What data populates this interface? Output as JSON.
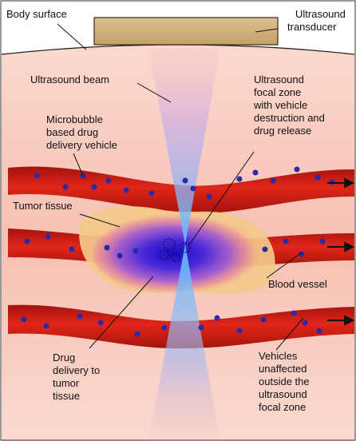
{
  "labels": {
    "body_surface": "Body surface",
    "transducer": [
      "Ultrasound",
      "transducer"
    ],
    "beam": "Ultrasound beam",
    "focal_zone": [
      "Ultrasound",
      "focal zone",
      "with vehicle",
      "destruction and",
      "drug release"
    ],
    "microbubble": [
      "Microbubble",
      "based drug",
      "delivery vehicle"
    ],
    "tumor": "Tumor tissue",
    "blood_vessel": "Blood vessel",
    "drug_delivery": [
      "Drug",
      "delivery to",
      "tumor",
      "tissue"
    ],
    "unaffected": [
      "Vehicles",
      "unaffected",
      "outside the",
      "ultrasound",
      "focal zone"
    ]
  },
  "colors": {
    "tissue": "#f7c6b9",
    "vessel": "#cc1a10",
    "bubble": "#2a2aa8",
    "tumor": "#f3c98a",
    "beam": "#6ec3ff",
    "transducer": "#d2b27c"
  }
}
